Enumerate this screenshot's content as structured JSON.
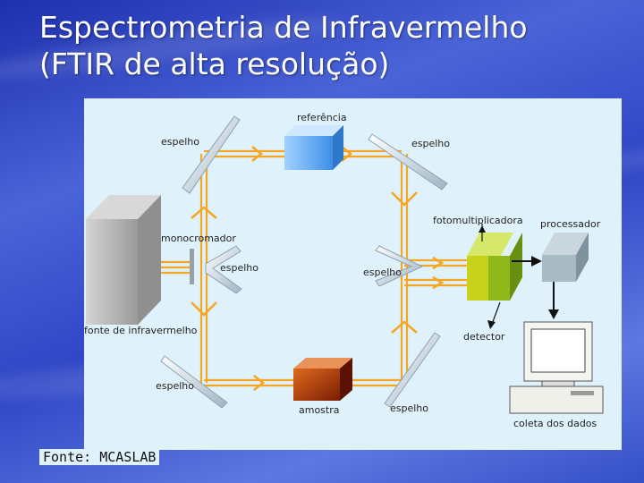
{
  "slide": {
    "title_line1": "Espectrometria de Infravermelho",
    "title_line2": "(FTIR de alta resolução)",
    "source": "Fonte: MCASLAB"
  },
  "diagram": {
    "labels": {
      "espelho_top_left": "espelho",
      "referencia": "referência",
      "espelho_top_right": "espelho",
      "fotomultiplicadora": "fotomultiplicadora",
      "processador": "processador",
      "monocromador": "monocromador",
      "espelho_mid_left": "espelho",
      "espelho_mid_right": "espelho",
      "fonte": "fonte de infravermelho",
      "detector": "detector",
      "espelho_bottom_left": "espelho",
      "amostra": "amostra",
      "espelho_bottom_right": "espelho",
      "coleta": "coleta dos dados"
    },
    "colors": {
      "beam": "#f5a623",
      "reference_box": "#5aa8ef",
      "sample_box": "#b33a0a",
      "photomultiplier": "#a6c81a",
      "processor": "#9fb6c2",
      "source_box": "#b7b7b7"
    }
  }
}
